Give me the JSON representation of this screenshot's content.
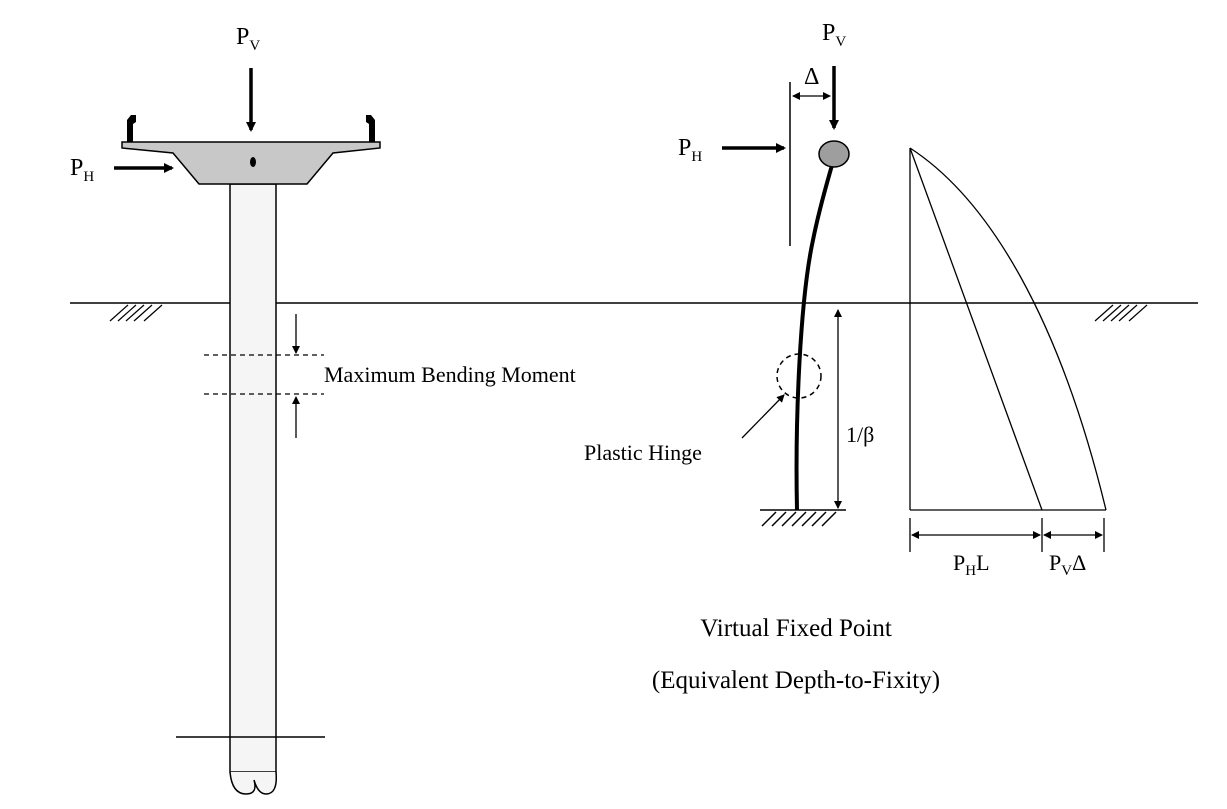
{
  "left_figure": {
    "pv_label": "P",
    "pv_sub": "V",
    "ph_label": "P",
    "ph_sub": "H",
    "max_moment_label": "Maximum Bending Moment"
  },
  "right_figure": {
    "pv_label": "P",
    "pv_sub": "V",
    "ph_label": "P",
    "ph_sub": "H",
    "delta_label": "Δ",
    "depth_label": "1/β",
    "hinge_label": "Plastic Hinge",
    "moment_ph_label": "P",
    "moment_ph_sub": "H",
    "moment_ph_tail": "L",
    "moment_pv_label": "P",
    "moment_pv_sub": "V",
    "moment_pv_tail": "Δ"
  },
  "caption": {
    "line1": "Virtual Fixed Point",
    "line2": "(Equivalent Depth-to-Fixity)"
  }
}
